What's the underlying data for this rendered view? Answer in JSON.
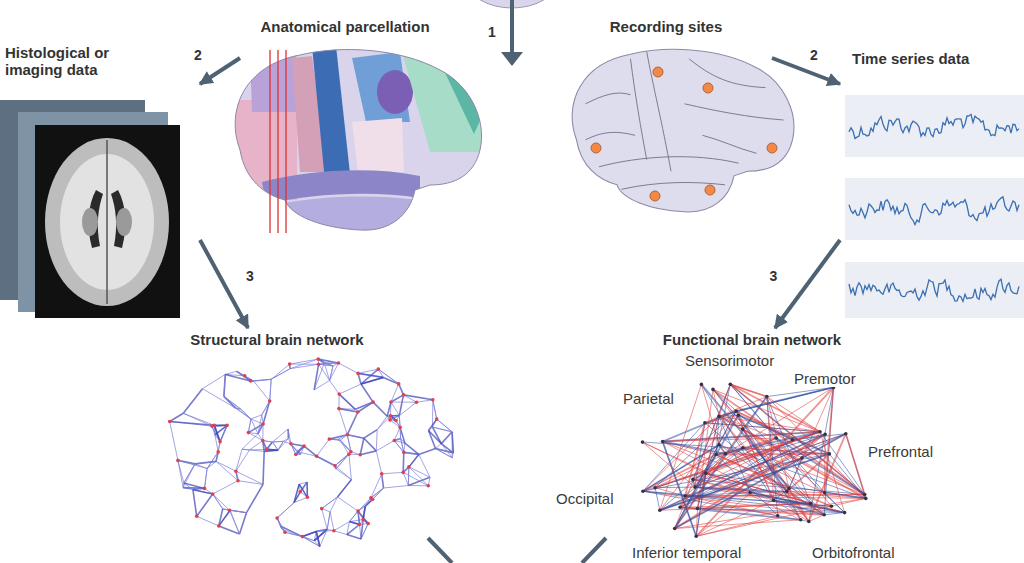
{
  "diagram": {
    "nodes": [
      {
        "text": [
          "Anatomical parcellation"
        ]
      },
      {
        "text": [
          "Recording sites"
        ]
      },
      {
        "text": [
          "Histological or imaging data"
        ]
      },
      {
        "text": [
          "Time series data"
        ]
      },
      {
        "text": [
          "Structural brain network"
        ]
      },
      {
        "text": [
          "Functional brain network"
        ]
      }
    ],
    "edges": [
      {
        "from": 0,
        "to": 2,
        "label": "2",
        "arrow": "to"
      },
      {
        "from": 1,
        "to": 3,
        "label": "2",
        "arrow": "to"
      },
      {
        "from": 2,
        "to": 4,
        "label": "3",
        "arrow": "to"
      },
      {
        "from": 3,
        "to": 5,
        "label": "3",
        "arrow": "to"
      }
    ],
    "labels": [
      "1",
      "Sensorimotor",
      "Premotor",
      "Parietal",
      "Prefrontal",
      "Occipital",
      "Inferior temporal",
      "Orbitofrontal"
    ]
  }
}
